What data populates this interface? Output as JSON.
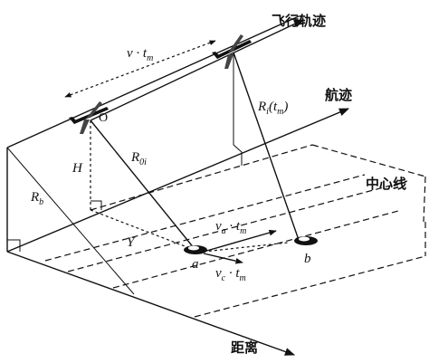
{
  "labels": {
    "flight_path": "飞行轨迹",
    "track": "航迹",
    "center_line": "中心线",
    "range": "距离",
    "origin": "O",
    "point_a": "a",
    "point_b": "b",
    "height": "H",
    "rb": "R",
    "rb_sub": "b",
    "r0i": "R",
    "r0i_sub": "0i",
    "ri": "R",
    "ri_sub": "i",
    "ri_arg": "(t",
    "ri_arg_sub": "m",
    "ri_close": ")",
    "y": "Y",
    "vtm_v": "v · t",
    "vtm_sub": "m",
    "va": "v",
    "va_sub": "a",
    "va_t": " · t",
    "va_t_sub": "m",
    "vc": "v",
    "vc_sub": "c",
    "vc_t": " · t",
    "vc_t_sub": "m"
  }
}
